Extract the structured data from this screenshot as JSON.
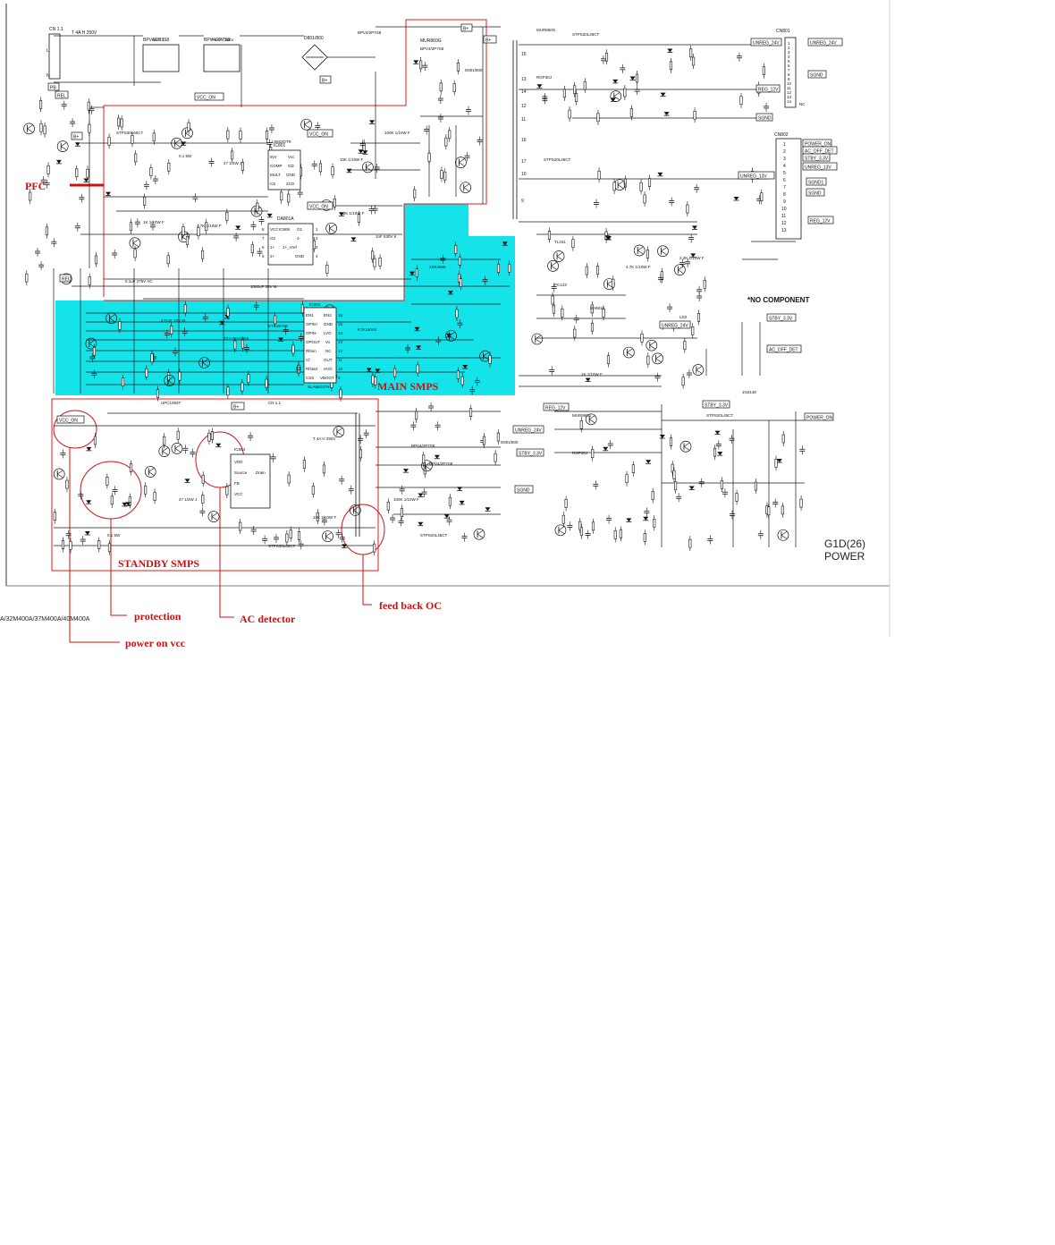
{
  "sections": {
    "pfc": "PFC",
    "main_smps": "MAIN SMPS",
    "standby_smps": "STANDBY SMPS"
  },
  "callouts": {
    "protection": "protection",
    "ac_detector": "AC detector",
    "feed_back_oc": "feed back OC",
    "power_on_vcc": "power on vcc"
  },
  "title_block": {
    "sheet": "G1D(26)",
    "name": "POWER",
    "models": "A/32M400A/37M400A/40M400A"
  },
  "note": "*NO COMPONENT",
  "connector_top": {
    "ref": "CN801",
    "pins": [
      "1",
      "2",
      "3",
      "4",
      "5",
      "6",
      "7",
      "8",
      "9",
      "10",
      "11",
      "12",
      "13",
      "14"
    ],
    "nets": [
      "UNREG_24V",
      "SGND",
      "NC"
    ]
  },
  "connector_mid": {
    "ref": "CN802",
    "pins": [
      "1",
      "2",
      "3",
      "4",
      "5",
      "6",
      "7",
      "8",
      "9",
      "10",
      "11",
      "12",
      "13"
    ],
    "nets": [
      "POWER_ON",
      "AC_OFF_DET",
      "STBY_3.3V",
      "UNREG_13V",
      "SGND1",
      "SGND",
      "REG_12V"
    ]
  },
  "ic_pfc": {
    "ref": "IC801",
    "part": "L6562DTR",
    "pins_left": [
      "INV",
      "COMP",
      "MULT",
      "CS"
    ],
    "pins_right": [
      "Vcc",
      "GD",
      "GND",
      "ZCD"
    ]
  },
  "ic_opamp": {
    "ref": "IC806",
    "part": "DA801A",
    "pins_left": [
      "VCC",
      "G2",
      "1+",
      "2+"
    ],
    "pins_right": [
      "O1",
      "1-",
      "1+_Vref",
      "GND"
    ],
    "pin_numbers": [
      "8",
      "7",
      "6",
      "5",
      "1",
      "2",
      "3",
      "4"
    ]
  },
  "ic_main": {
    "ref": "IC803",
    "part": "SLA6823TN",
    "pins_left": [
      "EN1",
      "OPIN+",
      "OPIN-",
      "OPOUT",
      "Rfmin",
      "Cf",
      "Rfstart",
      "CSS"
    ],
    "pins_right": [
      "EN2",
      "GND",
      "LVG",
      "Vs",
      "NC",
      "OUT",
      "HVG",
      "VBOOT"
    ],
    "pin_numbers": [
      "16",
      "15",
      "14",
      "13",
      "12",
      "11",
      "10",
      "9"
    ]
  },
  "ic_standby": {
    "ref": "IC804",
    "pins": [
      "VDD",
      "Source",
      "FB",
      "VCC",
      "Drain"
    ]
  },
  "nets": {
    "vcc_on": "VCC_ON",
    "b_plus": "B+",
    "rel": "REL",
    "pb": "PB",
    "ps": "PS",
    "unreg_24v": "UNREG_24V",
    "reg_12v": "REG_12V",
    "sgnd": "SGND",
    "unreg_13v": "UNREG_13V",
    "stby_3v3": "STBY_3.3V",
    "ac_off_det": "AC_OFF_DET",
    "power_on": "POWER_ON"
  },
  "transformer_pins": [
    "15",
    "13",
    "14",
    "12",
    "11",
    "16",
    "17",
    "10",
    "9"
  ],
  "part_labels": [
    "CN 1.1",
    "T 4A H 250V",
    "BPV4/2P7S8",
    "BPV4/2P7S8",
    "D801/800",
    "MUR860G",
    "RGP30J",
    "STPS20L45CT",
    "STPS20L45CT",
    "STPS30L60CT",
    "0.1 5W",
    "47 1/4W J",
    "10K 1/10W F",
    "100K 1/10W F",
    "1K 1/10W F",
    "4.7K 1/10W F",
    "2.2K 1/10W F",
    "1nF 630V K",
    "0.1uF 275V AC",
    "1000uF 35V M",
    "470uF 25V M",
    "TZ2-2.0-D808",
    "KTC3875S",
    "KTA1504S",
    "2SK3566",
    "TL431",
    "PC123",
    "BA8816",
    "LD2",
    "1N4148",
    "UPC1093T"
  ]
}
